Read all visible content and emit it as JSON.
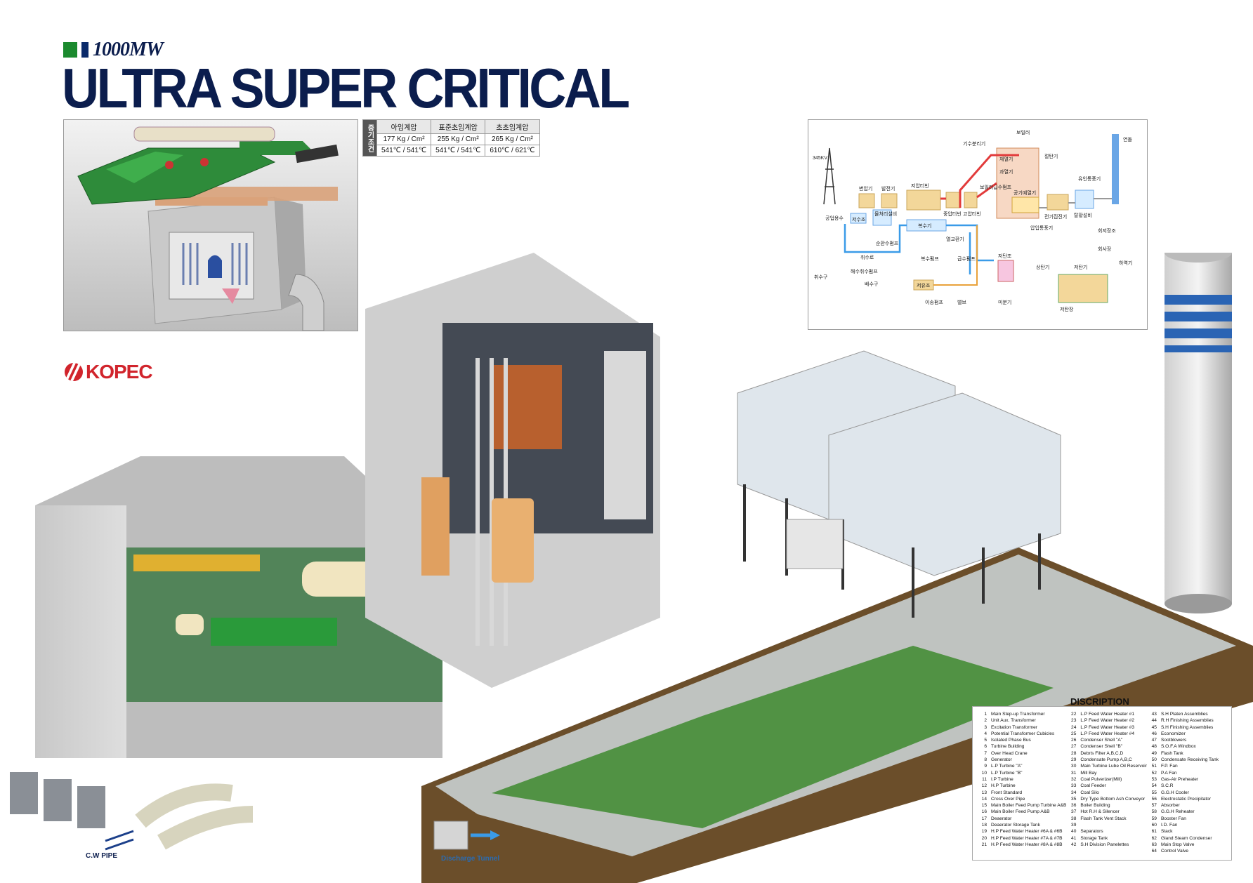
{
  "header": {
    "capacity": "1000MW",
    "title": "ULTRA SUPER CRITICAL"
  },
  "steam_conditions": {
    "side_label": "증기조건",
    "columns": [
      "아임계압",
      "표준초임계압",
      "초초임계압"
    ],
    "pressure": [
      "177 Kg / Cm²",
      "255 Kg / Cm²",
      "265 Kg / Cm²"
    ],
    "temperature": [
      "541℃ / 541℃",
      "541℃ / 541℃",
      "610℃ / 621℃"
    ]
  },
  "logo": {
    "text": "KOPEC"
  },
  "process_diagram": {
    "labels": {
      "kv": "345KV",
      "transformer": "변압기",
      "generator": "발전기",
      "lp_turbine": "저압터빈",
      "ip_turbine": "중압터빈",
      "hp_turbine": "고압터빈",
      "boiler_feed_pump": "보일러급수펌프",
      "steam_separator": "기수분리기",
      "boiler": "보일러",
      "reheater": "재열기",
      "superheater": "과열기",
      "economizer": "절탄기",
      "air_heater": "공기예열기",
      "esp": "전기집진기",
      "fgd": "탈황설비",
      "idf": "유인통풍기",
      "stack": "연돌",
      "fdf": "압입통풍기",
      "ash_storage": "회저장조",
      "ash_yard": "회사장",
      "industrial_water": "공업용수",
      "water_tank": "저수조",
      "water_treatment": "물처리설비",
      "condenser": "복수기",
      "circ_pump": "순환수펌프",
      "heater": "열교환기",
      "intake": "취수로",
      "cw_pump": "해수취수펌프",
      "intake_port": "취수구",
      "discharge": "배수구",
      "cond_pump": "복수펌프",
      "feed_pump": "급수펌프",
      "oil_tank": "저유조",
      "transfer_pump": "이송펌프",
      "valve": "밸브",
      "coal_bunker": "저탄조",
      "pulverizer": "미분기",
      "coal_unloader": "상탄기",
      "stacker": "저탄기",
      "coal_yard": "저탄장",
      "unloader": "하역기"
    }
  },
  "bottom_labels": {
    "cw_pipe": "C.W PIPE",
    "discharge_tunnel": "Discharge Tunnel"
  },
  "description": {
    "title": "DISCRIPTION",
    "columns": [
      [
        {
          "n": "1",
          "t": "Main Step-up Transformer"
        },
        {
          "n": "2",
          "t": "Unit Aux. Transformer"
        },
        {
          "n": "3",
          "t": "Excitation Transformer"
        },
        {
          "n": "4",
          "t": "Potential Transformer Cubicles"
        },
        {
          "n": "5",
          "t": "Isolated Phase Bus"
        },
        {
          "n": "6",
          "t": "Turbine Building"
        },
        {
          "n": "7",
          "t": "Over Head Crane"
        },
        {
          "n": "8",
          "t": "Generator"
        },
        {
          "n": "9",
          "t": "L.P Turbine \"A\""
        },
        {
          "n": "10",
          "t": "L.P Turbine \"B\""
        },
        {
          "n": "11",
          "t": "I.P Turbine"
        },
        {
          "n": "12",
          "t": "H.P Turbine"
        },
        {
          "n": "13",
          "t": "Front Standard"
        },
        {
          "n": "14",
          "t": "Cross Over Pipe"
        },
        {
          "n": "15",
          "t": "Main Boiler Feed Pump Turbine A&B"
        },
        {
          "n": "16",
          "t": "Main Boiler Feed Pump A&B"
        },
        {
          "n": "17",
          "t": "Deaerator"
        },
        {
          "n": "18",
          "t": "Deaerator Storage Tank"
        },
        {
          "n": "19",
          "t": "H.P Feed Water Heater #6A & #6B"
        },
        {
          "n": "20",
          "t": "H.P Feed Water Heater #7A & #7B"
        },
        {
          "n": "21",
          "t": "H.P Feed Water Heater #8A & #8B"
        }
      ],
      [
        {
          "n": "22",
          "t": "L.P Feed Water Heater #1"
        },
        {
          "n": "23",
          "t": "L.P Feed Water Heater #2"
        },
        {
          "n": "24",
          "t": "L.P Feed Water Heater #3"
        },
        {
          "n": "25",
          "t": "L.P Feed Water Heater #4"
        },
        {
          "n": "26",
          "t": "Condenser Shell \"A\""
        },
        {
          "n": "27",
          "t": "Condenser Shell \"B\""
        },
        {
          "n": "28",
          "t": "Debris Filter A,B,C,D"
        },
        {
          "n": "29",
          "t": "Condensate Pump A,B,C"
        },
        {
          "n": "30",
          "t": "Main Turbine Lube Oil Reservoir"
        },
        {
          "n": "31",
          "t": "Mill Bay"
        },
        {
          "n": "32",
          "t": "Coal Pulverizer(Mill)"
        },
        {
          "n": "33",
          "t": "Coal Feeder"
        },
        {
          "n": "34",
          "t": "Coal Silo"
        },
        {
          "n": "35",
          "t": "Dry Type Bottom Ash Conveyor"
        },
        {
          "n": "36",
          "t": "Boiler Building"
        },
        {
          "n": "37",
          "t": "Hot R.H & Silencer"
        },
        {
          "n": "38",
          "t": "Flash Tank Vent Stack"
        },
        {
          "n": "39",
          "t": ""
        },
        {
          "n": "40",
          "t": "Separators"
        },
        {
          "n": "41",
          "t": "Storage Tank"
        },
        {
          "n": "42",
          "t": "S.H Division Panelettes"
        }
      ],
      [
        {
          "n": "43",
          "t": "S.H Platen Assemblies"
        },
        {
          "n": "44",
          "t": "R.H Finishing Assemblies"
        },
        {
          "n": "45",
          "t": "S.H Finishing Assemblies"
        },
        {
          "n": "46",
          "t": "Economizer"
        },
        {
          "n": "47",
          "t": "Sootblowers"
        },
        {
          "n": "48",
          "t": "S.O.F.A Windbox"
        },
        {
          "n": "49",
          "t": "Flash Tank"
        },
        {
          "n": "50",
          "t": "Condensate Receiving Tank"
        },
        {
          "n": "51",
          "t": "F.P. Fan"
        },
        {
          "n": "52",
          "t": "P.A Fan"
        },
        {
          "n": "53",
          "t": "Gas-Air Preheater"
        },
        {
          "n": "54",
          "t": "S.C.R"
        },
        {
          "n": "55",
          "t": "G.G.H Cooler"
        },
        {
          "n": "56",
          "t": "Electrostatic Precipitator"
        },
        {
          "n": "57",
          "t": "Absorber"
        },
        {
          "n": "58",
          "t": "G.G.H Reheater"
        },
        {
          "n": "59",
          "t": "Booster Fan"
        },
        {
          "n": "60",
          "t": "I.D. Fan"
        },
        {
          "n": "61",
          "t": "Stack"
        },
        {
          "n": "62",
          "t": "Gland Steam Condenser"
        },
        {
          "n": "63",
          "t": "Main Stop Valve"
        },
        {
          "n": "64",
          "t": "Control Valve"
        }
      ]
    ]
  }
}
